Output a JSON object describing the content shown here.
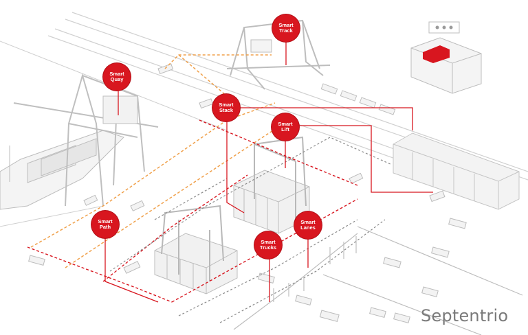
{
  "nodes": {
    "track": {
      "line1": "Smart",
      "line2": "Track"
    },
    "quay": {
      "line1": "Smart",
      "line2": "Quay"
    },
    "stack": {
      "line1": "Smart",
      "line2": "Stack"
    },
    "lift": {
      "line1": "Smart",
      "line2": "Lift"
    },
    "path": {
      "line1": "Smart",
      "line2": "Path"
    },
    "lanes": {
      "line1": "Smart",
      "line2": "Lanes"
    },
    "trucks": {
      "line1": "Smart",
      "line2": "Trucks"
    }
  },
  "brand": "Septentrio",
  "colors": {
    "accent": "#d8161f",
    "orange_path": "#f0a04a",
    "grey_path": "#8a8a8a",
    "outline": "#c8c8c8"
  }
}
